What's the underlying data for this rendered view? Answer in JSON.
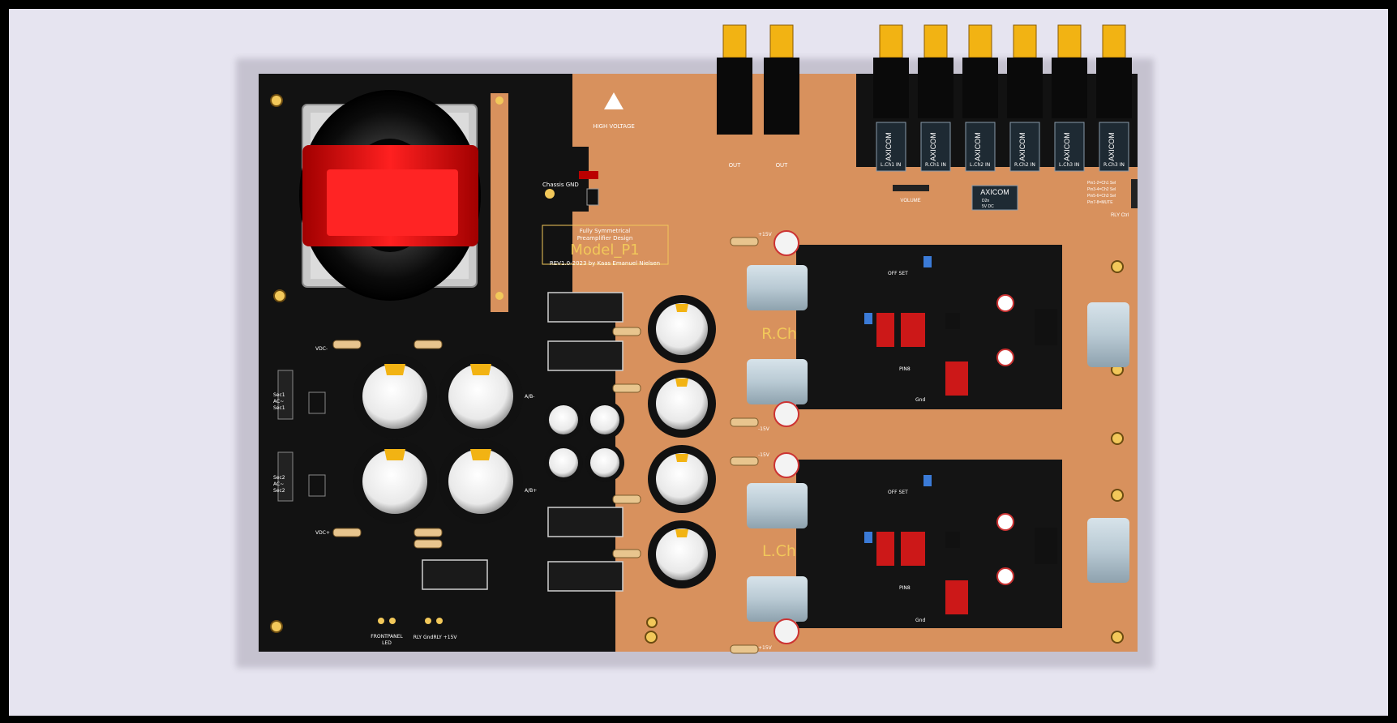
{
  "board": {
    "model": "Model_P1",
    "subtitle1": "Fully Symmetrical",
    "subtitle2": "Preamplifier Design",
    "revision": "REV1.0-2023 by Kaas Emanuel Nielsen",
    "high_voltage": "HIGH VOLTAGE",
    "r_channel": "R.Ch",
    "l_channel": "L.Ch",
    "relay_brand": "AXICOM",
    "relay_part": "D2n",
    "relay_rating": "5V DC",
    "volume": "VOLUME",
    "rly_ctrl": "RLY Ctrl",
    "chassis_gnd": "Chassis GND",
    "out_label": "OUT",
    "pin_map": [
      "Pin1-2=Ch1 Sel",
      "Pin3-4=Ch2 Sel",
      "Pin5-6=Ch3 Sel",
      "Pin7-8=MUTE"
    ],
    "ch_inputs": [
      "L.Ch1 IN",
      "L.Ch2 IN",
      "L.Ch3 IN"
    ],
    "ch_inputs_r": [
      "R.Ch1 IN",
      "R.Ch2 IN",
      "R.Ch3 IN"
    ],
    "front_panel": "FRONTPANEL",
    "led": "LED",
    "rly_gnd": "RLY Gnd",
    "rly_15v": "RLY +15V",
    "sec1": [
      "Sec1",
      "AC~",
      "Sec1"
    ],
    "sec2": [
      "Sec2",
      "AC~",
      "Sec2"
    ],
    "vdc_minus": "VDC-",
    "vdc_plus": "VDC+",
    "minus15": "-15V",
    "plus15": "+15V",
    "offset_set": "OFF SET",
    "pin8": "PIN8",
    "gnd": "Gnd",
    "ab_minus": "A/B-",
    "ab_plus": "A/B+"
  },
  "colors": {
    "viewport_bg": "#e6e4f0",
    "pcb_black": "#121212",
    "copper": "#d8915d",
    "transformer_red": "#e81010",
    "rca_yellow": "#f2b313"
  }
}
